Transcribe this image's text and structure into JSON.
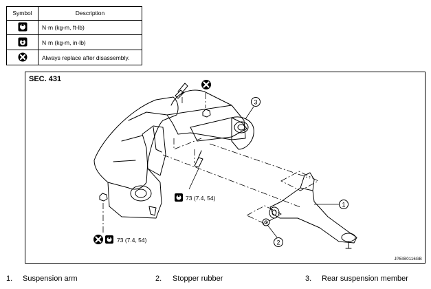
{
  "legend": {
    "header": {
      "symbol": "Symbol",
      "description": "Description"
    },
    "rows": [
      {
        "icon": "torque-wrench-icon",
        "description": "N·m (kg-m, ft-lb)"
      },
      {
        "icon": "torque-wrench-inlb-icon",
        "description": "N·m (kg-m, in-lb)"
      },
      {
        "icon": "always-replace-icon",
        "description": "Always replace after disassembly."
      }
    ]
  },
  "diagram": {
    "section": "SEC. 431",
    "code": "JPEIB0116GB",
    "callouts": [
      "1",
      "2",
      "3"
    ],
    "torque_upper": "73 (7.4, 54)",
    "torque_lower": "73 (7.4, 54)"
  },
  "parts": {
    "p1_num": "1.",
    "p1_name": "Suspension arm",
    "p2_num": "2.",
    "p2_name": "Stopper rubber",
    "p3_num": "3.",
    "p3_name": "Rear suspension member"
  }
}
